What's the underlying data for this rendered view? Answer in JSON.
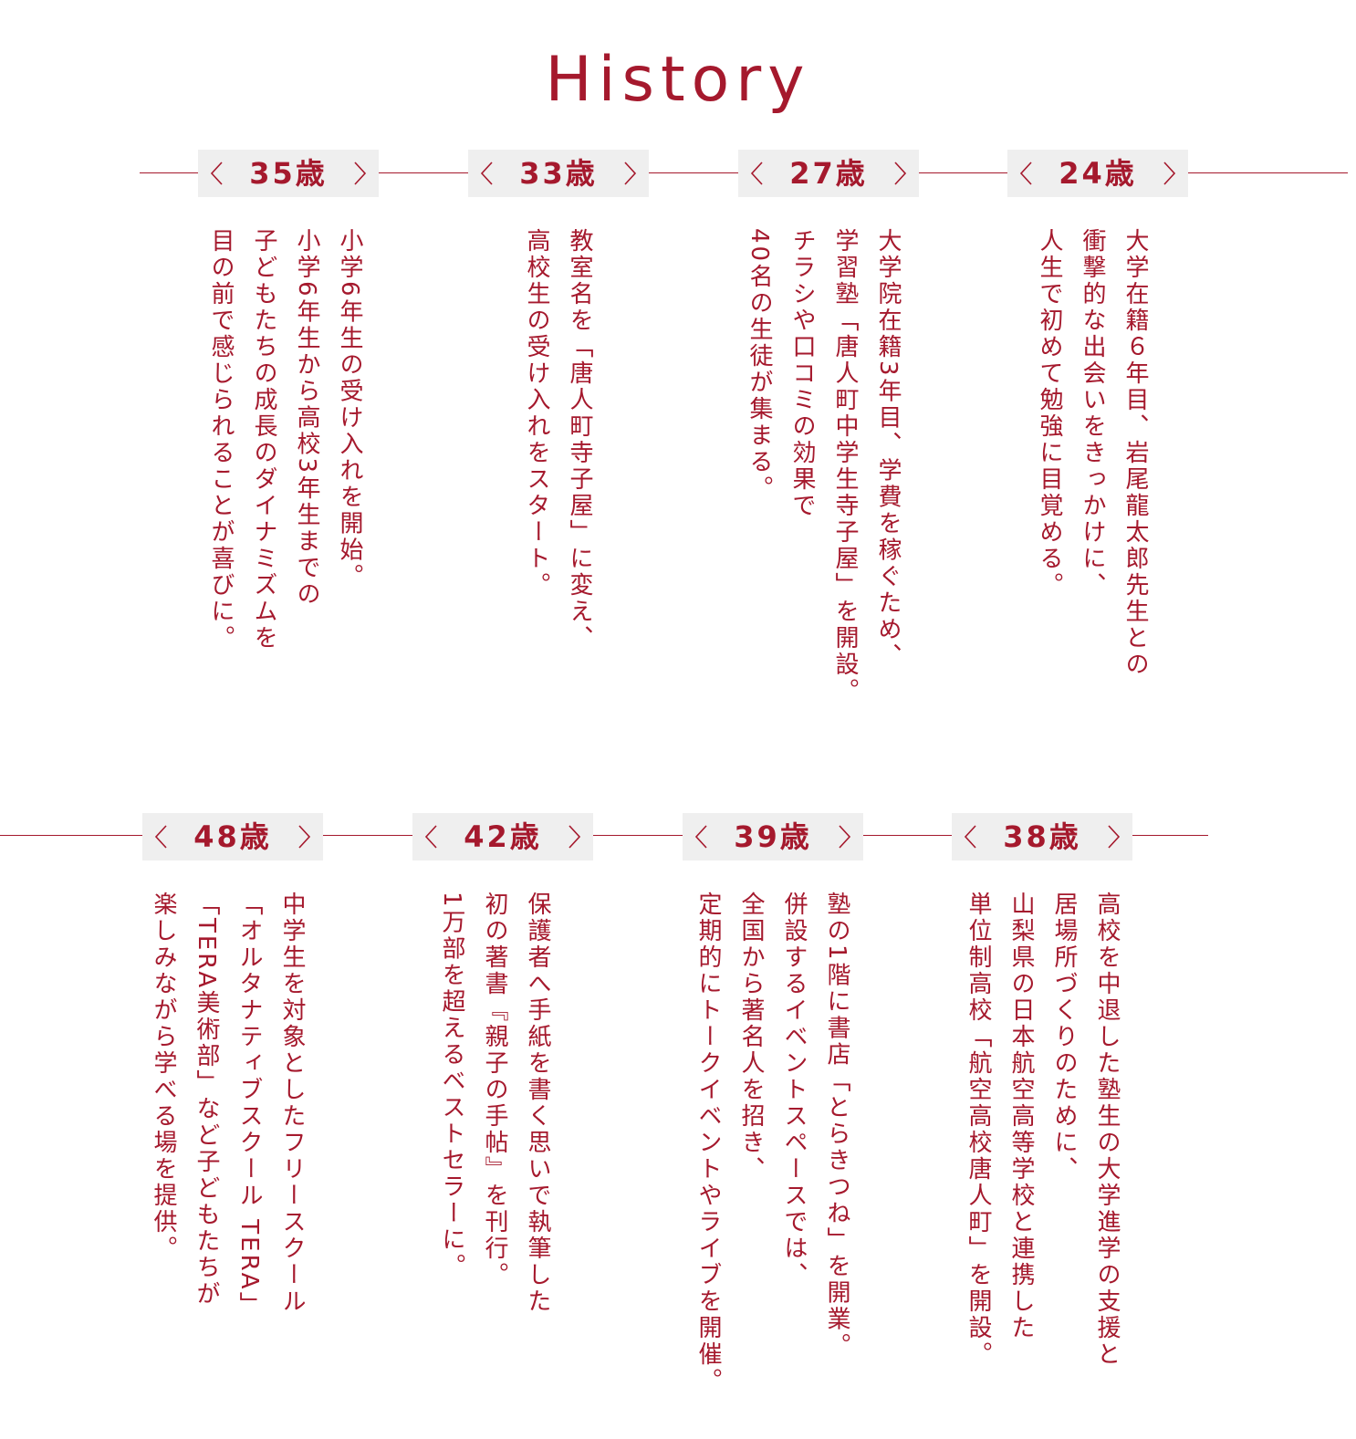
{
  "title": "History",
  "colors": {
    "accent": "#a5192d",
    "badge_background": "#efefef",
    "page_background": "#ffffff"
  },
  "timeline": {
    "row1": [
      {
        "age": "35歳",
        "lines": [
          "小学6年生の受け入れを開始。",
          "小学6年生から高校3年生までの",
          "子どもたちの成長のダイナミズムを",
          "目の前で感じられることが喜びに。"
        ]
      },
      {
        "age": "33歳",
        "lines": [
          "教室名を「唐人町寺子屋」に変え、",
          "高校生の受け入れをスタート。"
        ]
      },
      {
        "age": "27歳",
        "lines": [
          "大学院在籍3年目、学費を稼ぐため、",
          "学習塾「唐人町中学生寺子屋」を開設。",
          "チラシや口コミの効果で",
          "40名の生徒が集まる。"
        ]
      },
      {
        "age": "24歳",
        "lines": [
          "大学在籍６年目、岩尾龍太郎先生との",
          "衝撃的な出会いをきっかけに、",
          "人生で初めて勉強に目覚める。"
        ]
      }
    ],
    "row2": [
      {
        "age": "48歳",
        "lines": [
          "中学生を対象としたフリースクール",
          "「オルタナティブスクール TERA」",
          "「TERA美術部」など子どもたちが",
          "楽しみながら学べる場を提供。"
        ]
      },
      {
        "age": "42歳",
        "lines": [
          "保護者へ手紙を書く思いで執筆した",
          "初の著書『親子の手帖』を刊行。",
          "1万部を超えるベストセラーに。"
        ]
      },
      {
        "age": "39歳",
        "lines": [
          "塾の1階に書店「とらきつね」を開業。",
          "併設するイベントスペースでは、",
          "全国から著名人を招き、",
          "定期的にトークイベントやライブを開催。"
        ]
      },
      {
        "age": "38歳",
        "lines": [
          "高校を中退した塾生の大学進学の支援と",
          "居場所づくりのために、",
          "山梨県の日本航空高等学校と連携した",
          "単位制高校「航空高校唐人町」を開設。"
        ]
      }
    ]
  }
}
